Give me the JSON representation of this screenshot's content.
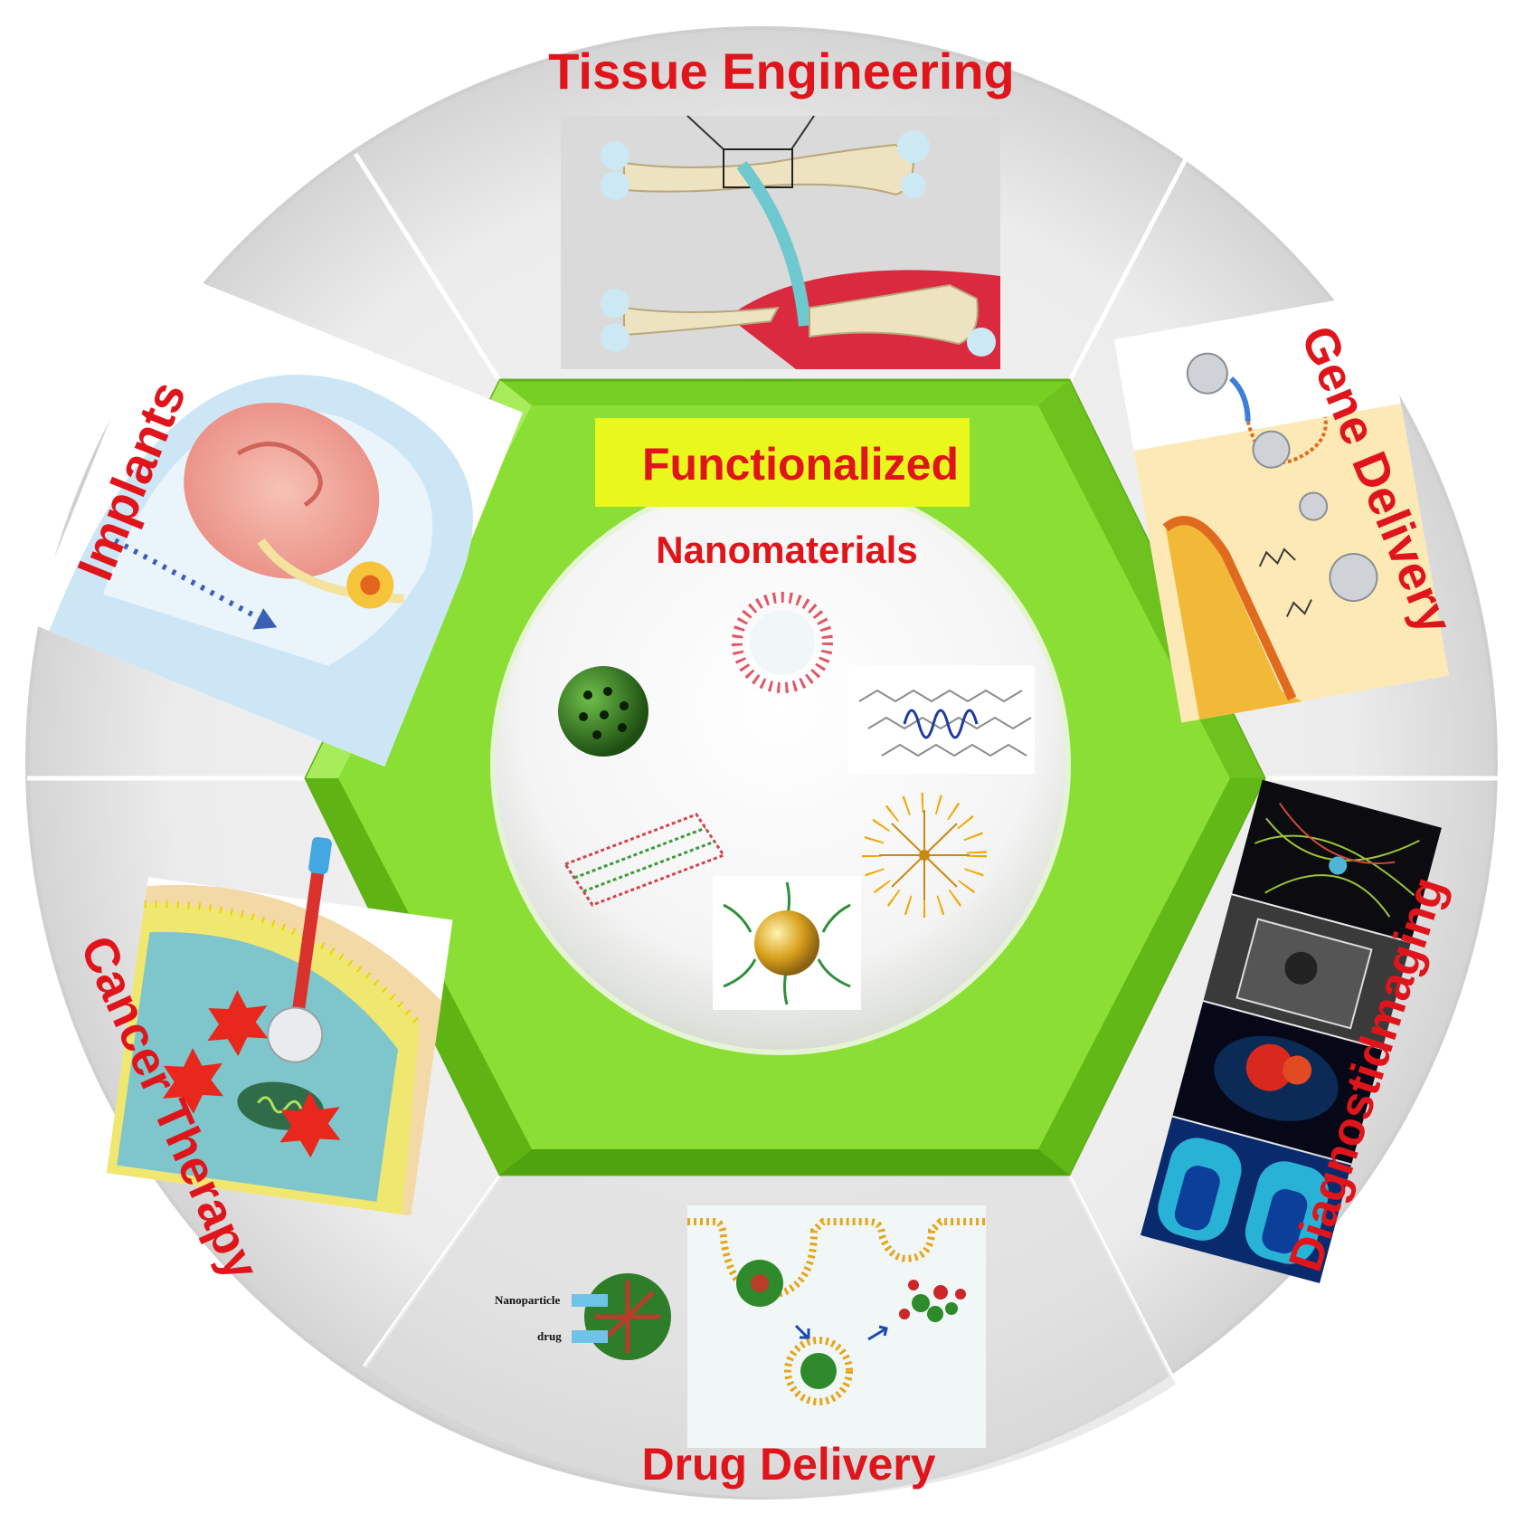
{
  "center": {
    "title_line1": "Functionalized",
    "title_line2": "Nanomaterials"
  },
  "applications": [
    {
      "id": "tissue",
      "label": "Tissue Engineering"
    },
    {
      "id": "gene",
      "label": "Gene Delivery"
    },
    {
      "id": "imaging",
      "label": "Diagnostidmaging"
    },
    {
      "id": "drug",
      "label": "Drug Delivery"
    },
    {
      "id": "cancer",
      "label": "Cancer Therapy"
    },
    {
      "id": "implants",
      "label": "Implants"
    }
  ],
  "drug_panel": {
    "nanoparticle_label": "Nanoparticle",
    "drug_label": "drug"
  },
  "colors": {
    "label_red": "#e0151b",
    "hexagon_green": "#7ed321",
    "ring_grey": "#e6e6e6",
    "functionalized_bg": "#e9f71c"
  }
}
